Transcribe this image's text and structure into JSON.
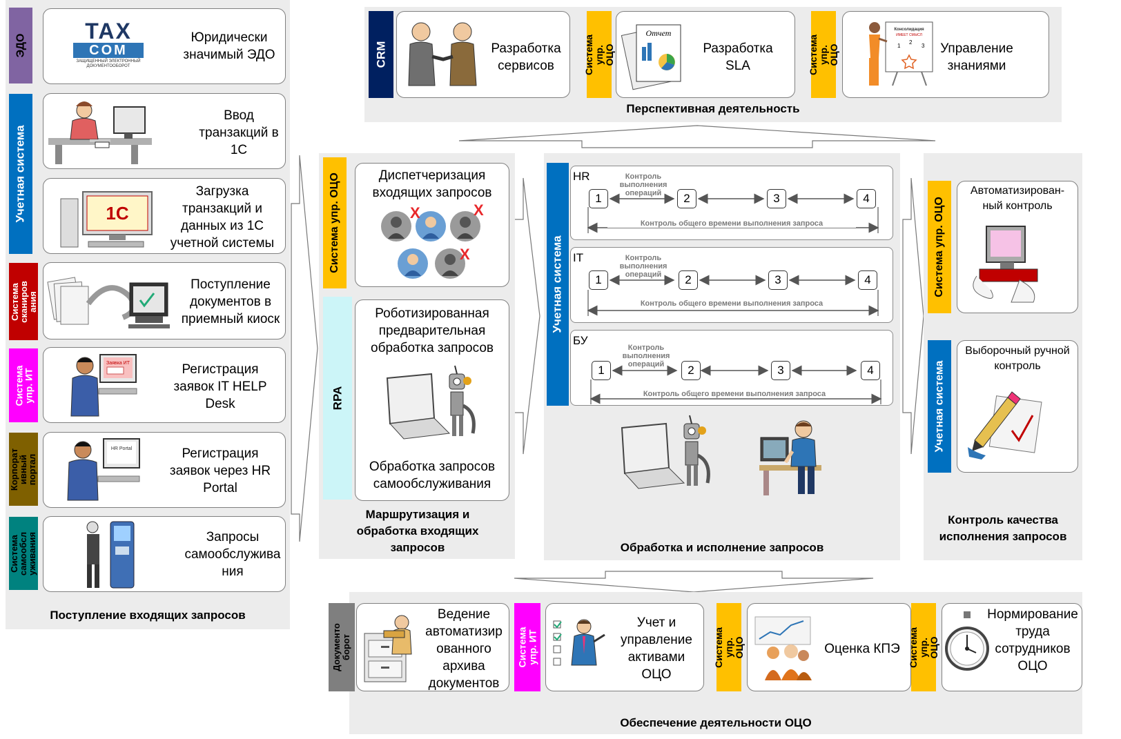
{
  "intake": {
    "caption": "Поступление входящих запросов",
    "rows": [
      {
        "tab": "ЭДО",
        "text": "Юридически значимый ЭДО",
        "logo_main": "TAX",
        "logo_sub": "COM",
        "logo_small": "ЗАЩИЩЕННЫЙ ЭЛЕКТРОННЫЙ ДОКУМЕНТООБОРОТ"
      },
      {
        "text": "Ввод транзакций в 1С"
      },
      {
        "text": "Загрузка транзакций и данных из 1С учетной системы",
        "logo": "1С"
      },
      {
        "tab": "Система сканиров ания",
        "text": "Поступление документов в приемный киоск"
      },
      {
        "tab": "Система упр. ИТ",
        "text": "Регистрация заявок IT HELP Desk",
        "screen": "Заявка ИТ"
      },
      {
        "tab": "Корпорат ивный портал",
        "text": "Регистрация заявок через HR Portal",
        "screen": "HR Portal"
      },
      {
        "tab": "Система самообсл уживания",
        "text": "Запросы самообслужива ния"
      }
    ],
    "tab_uchet": "Учетная система"
  },
  "perspective": {
    "caption": "Перспективная деятельность",
    "cards": [
      {
        "tab": "CRM",
        "text": "Разработка сервисов"
      },
      {
        "tab": "Система упр. ОЦО",
        "text": "Разработка SLA",
        "doc_label": "Отчет"
      },
      {
        "tab": "Система упр. ОЦО",
        "text": "Управление знаниями",
        "board_title": "Консолидация",
        "board_sub": "ИМЕЕТ СМЫСЛ"
      }
    ]
  },
  "routing": {
    "caption": "Маршрутизация и обработка входящих запросов",
    "tab1": "Система упр. ОЦО",
    "card1": "Диспетчеризация входящих запросов",
    "tab2": "RPA",
    "card2_top": "Роботизированная предварительная обработка запросов",
    "card2_bottom": "Обработка запросов самообслуживания",
    "mark": "X"
  },
  "processing": {
    "caption": "Обработка и исполнение запросов",
    "tab": "Учетная система",
    "ops_label": "Контроль выполнения операций",
    "total_label": "Контроль общего времени выполнения запроса",
    "steps": [
      "1",
      "2",
      "3",
      "4"
    ],
    "lanes": [
      {
        "name": "HR"
      },
      {
        "name": "IT"
      },
      {
        "name": "БУ"
      }
    ]
  },
  "quality": {
    "caption": "Контроль качества исполнения запросов",
    "tab1": "Система упр. ОЦО",
    "card1": "Автоматизирован- ный контроль",
    "tab2": "Учетная система",
    "card2": "Выборочный ручной контроль"
  },
  "support": {
    "caption": "Обеспечение деятельности ОЦО",
    "cards": [
      {
        "tab": "Документо борот",
        "text": "Ведение автоматизир ованного архива документов"
      },
      {
        "tab": "Система упр. ИТ",
        "text": "Учет и управление активами ОЦО"
      },
      {
        "tab": "Система упр. ОЦО",
        "text": "Оценка КПЭ"
      },
      {
        "tab": "Система упр. ОЦО",
        "text": "Нормирование труда сотрудников ОЦО"
      }
    ]
  },
  "colors": {
    "panel": "#ececec",
    "tab_edo": "#8064a2",
    "tab_uchet": "#0070c0",
    "tab_scan": "#c00000",
    "tab_it": "#ff00ff",
    "tab_portal": "#7f6000",
    "tab_self": "#00827f",
    "tab_crm": "#002060",
    "tab_oco": "#ffc000",
    "tab_rpa": "#ccf5f8",
    "tab_doc": "#7f7f7f",
    "mark": "#e8282b"
  }
}
